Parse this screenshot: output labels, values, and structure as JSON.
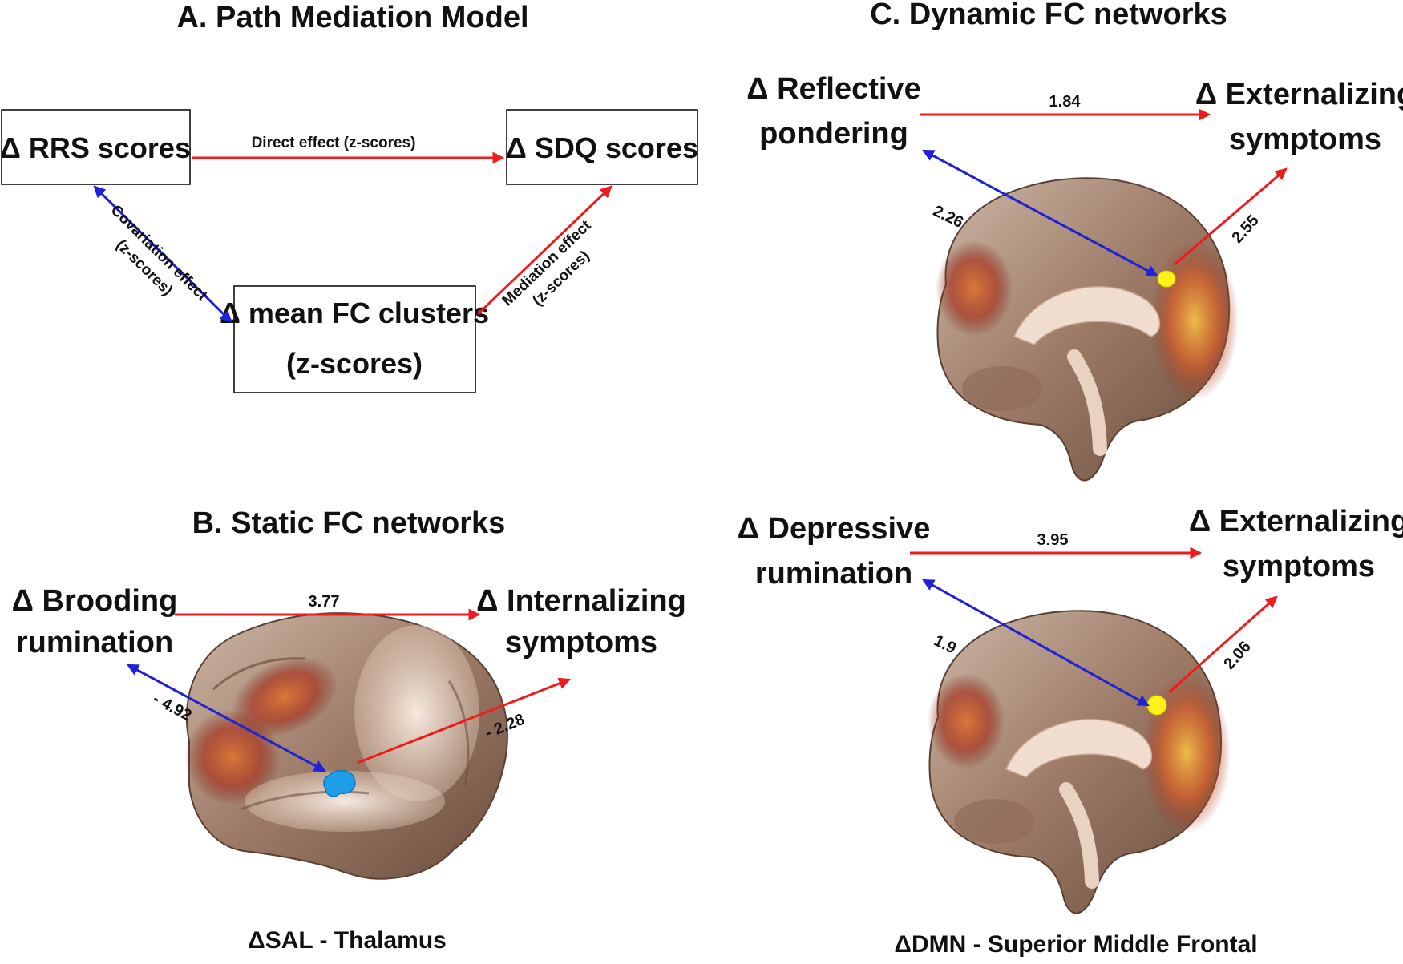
{
  "colors": {
    "direct": "#ee1c1c",
    "covariation": "#1f22d6",
    "mediation": "#ee1c1c",
    "seed_static": "#1e9ee8",
    "seed_dynamic": "#fff21a"
  },
  "panel_a": {
    "title": "A. Path Mediation Model",
    "node_x": "Δ RRS scores",
    "node_y": "Δ SDQ scores",
    "node_m_line1": "Δ mean FC clusters",
    "node_m_line2": "(z-scores)",
    "direct_label": "Direct effect (z-scores)",
    "covariation_line1": "Covariation effect",
    "covariation_line2": "(z-scores)",
    "mediation_line1": "Mediation effect",
    "mediation_line2": "(z-scores)"
  },
  "panel_b": {
    "title": "B. Static FC networks",
    "x_line1": "Δ Brooding",
    "x_line2": "rumination",
    "y_line1": "Δ Internalizing",
    "y_line2": "symptoms",
    "direct_coef": "3.77",
    "covariation_coef": "- 4.92",
    "mediation_coef": "- 2.28",
    "caption": "ΔSAL - Thalamus",
    "brain_view": "lateral-brain-icon"
  },
  "panel_c": {
    "title": "C. Dynamic FC networks",
    "top": {
      "x_line1": "Δ Reflective",
      "x_line2": "pondering",
      "y_line1": "Δ Externalizing",
      "y_line2": "symptoms",
      "direct_coef": "1.84",
      "covariation_coef": "2.26",
      "mediation_coef": "2.55",
      "brain_view": "medial-brain-icon"
    },
    "bottom": {
      "x_line1": "Δ Depressive",
      "x_line2": "rumination",
      "y_line1": "Δ Externalizing",
      "y_line2": "symptoms",
      "direct_coef": "3.95",
      "covariation_coef": "1.9",
      "mediation_coef": "2.06",
      "brain_view": "medial-brain-icon"
    },
    "caption": "ΔDMN - Superior Middle Frontal"
  }
}
